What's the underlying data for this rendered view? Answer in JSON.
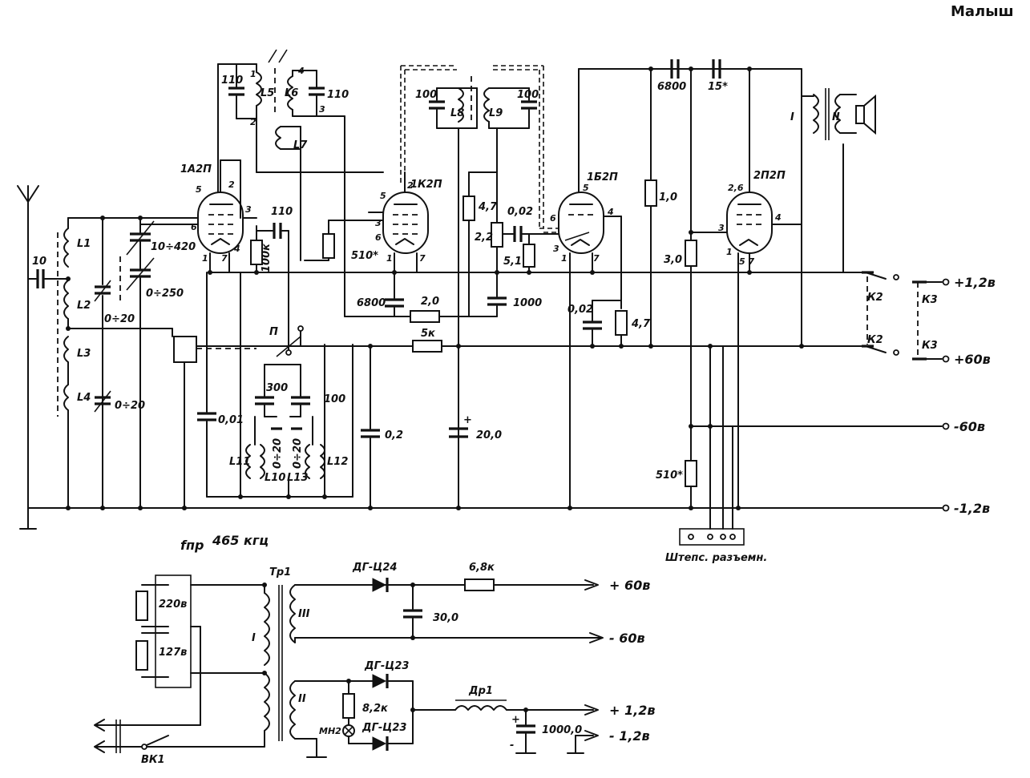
{
  "title": "Малыш",
  "tubes": [
    "1А2П",
    "1К2П",
    "1Б2П",
    "2П2П"
  ],
  "pin_numbers": [
    "1",
    "2",
    "3",
    "4",
    "5",
    "6",
    "7",
    "2,6",
    "5 7",
    "4"
  ],
  "inductors": [
    "L1",
    "L2",
    "L3",
    "L4",
    "L5",
    "L6",
    "L7",
    "L8",
    "L9",
    "L10",
    "L11",
    "L12",
    "L13"
  ],
  "transformer_windings": [
    "I",
    "II",
    "III"
  ],
  "component_values": {
    "c_antenna": "10",
    "c_var1": "10÷420",
    "c_var2": "0÷250",
    "c_trim1": "0÷20",
    "c_trim2": "0÷20",
    "c110a": "110",
    "c110b": "110",
    "c110c": "110",
    "r100k": "100к",
    "r510a": "510*",
    "c6800a": "6800",
    "r2_0": "2,0",
    "r5k": "5к",
    "c100a": "100",
    "c100b": "100",
    "r4_7a": "4,7",
    "c0_02a": "0,02",
    "r2_2": "2,2",
    "r5_1": "5,1",
    "c1000": "1000",
    "c0_02b": "0,02",
    "r4_7b": "4,7",
    "r1_0": "1,0",
    "c6800b": "6800",
    "c15": "15*",
    "r3_0": "3,0",
    "r510b": "510*",
    "c300": "300",
    "c100c": "100",
    "c0_01": "0,01",
    "c0_2": "0,2",
    "c20": "20,0",
    "ct10": "0÷20",
    "ct13": "0÷20"
  },
  "switch_labels": {
    "p": "П",
    "k2a": "К2",
    "k2b": "К2",
    "k3a": "К3",
    "k3b": "К3"
  },
  "rails": {
    "p12": "+1,2в",
    "p60": "+60в",
    "m60": "-60в",
    "m12": "-1,2в"
  },
  "connector_label": "Штепс. разъемн.",
  "if_label": "fпр",
  "if_value": "465 кгц",
  "psu": {
    "tr": "Тр1",
    "v220": "220в",
    "v127": "127в",
    "diode1": "ДГ-Ц24",
    "r6_8k": "6,8к",
    "c30": "30,0",
    "out_p60": "+ 60в",
    "out_m60": "- 60в",
    "diode2": "ДГ-Ц23",
    "diode3": "ДГ-Ц23",
    "r8_2k": "8,2к",
    "lamp": "МН2",
    "choke": "Др1",
    "c1000": "1000,0",
    "out_p12": "+ 1,2в",
    "out_m12": "- 1,2в",
    "switch": "ВК1"
  }
}
